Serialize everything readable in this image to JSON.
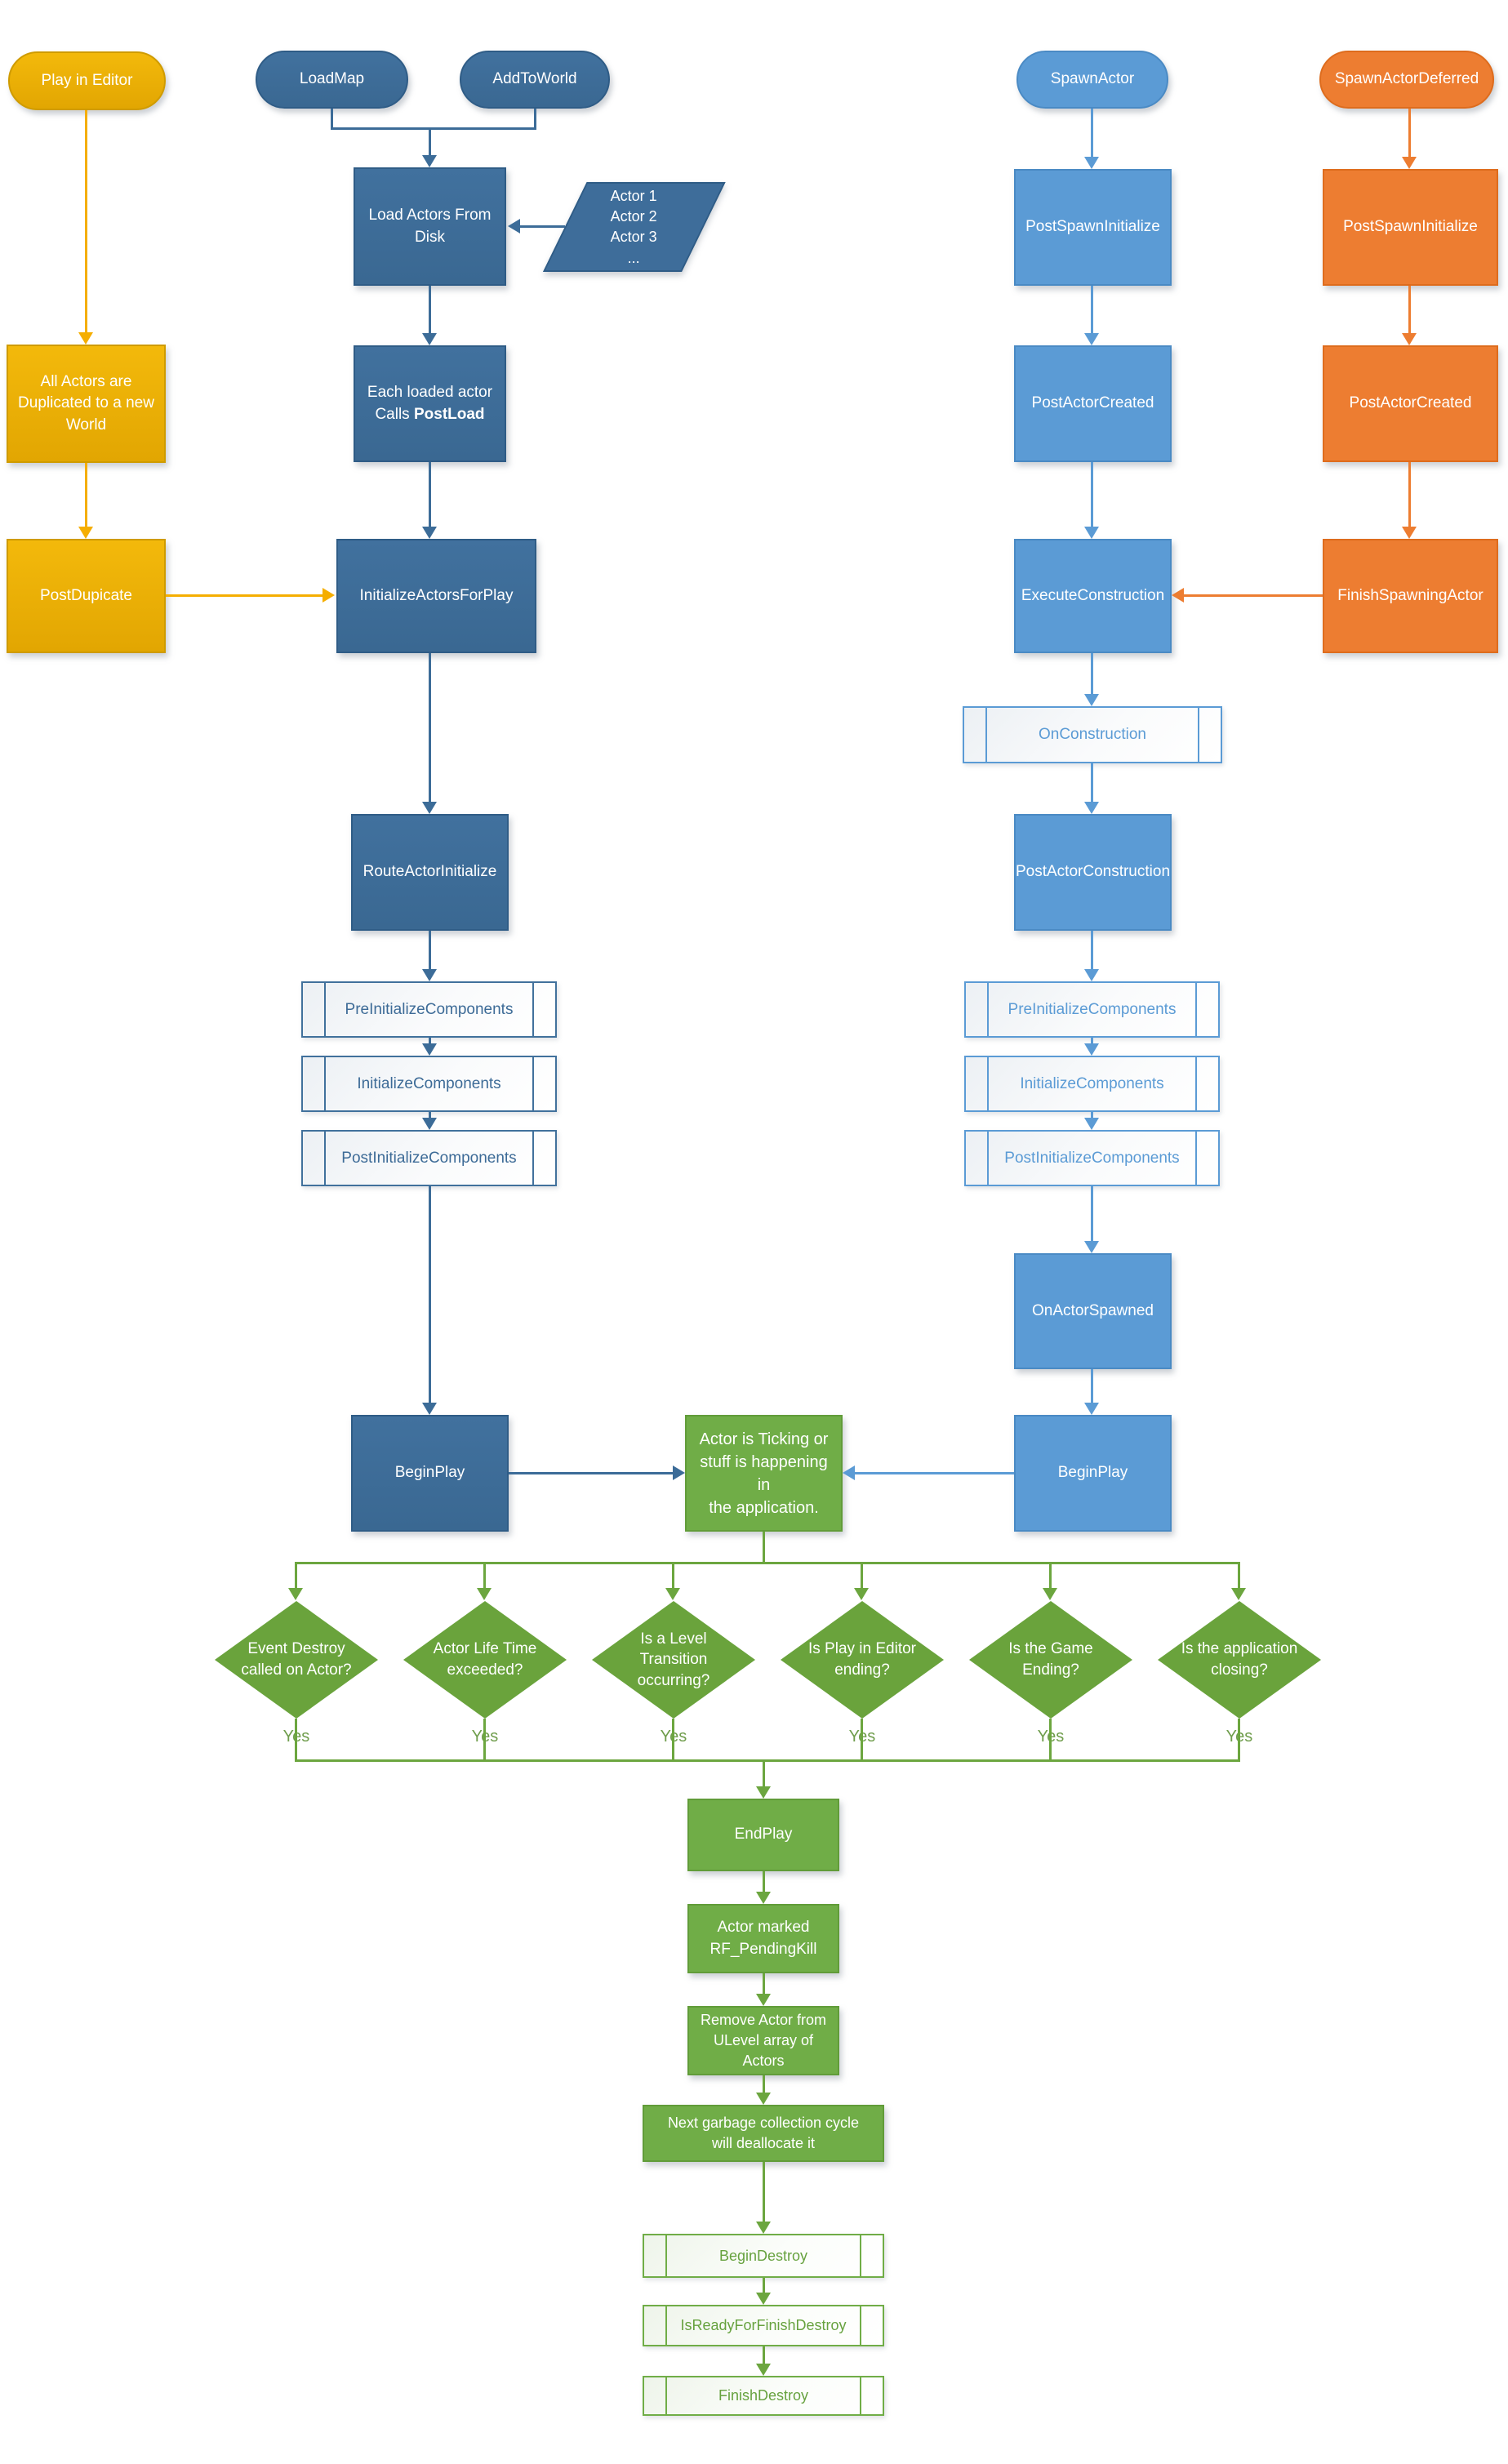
{
  "title": "Unreal Engine Actor Lifecycle Flowchart",
  "colors": {
    "dark_blue": "#3e6d9a",
    "light_blue": "#5b9bd5",
    "orange": "#ed7d31",
    "gold": "#eab005",
    "green": "#70ad47",
    "diamond_green": "#6aa33c",
    "subroutine_text_dark": "#3d6b97",
    "subroutine_text_light": "#5b9bd5",
    "subroutine_text_green": "#67a23f"
  },
  "labels": {
    "yes": "Yes"
  },
  "nodes": {
    "play_in_editor": {
      "label": "Play in Editor"
    },
    "load_map": {
      "label": "LoadMap"
    },
    "add_to_world": {
      "label": "AddToWorld"
    },
    "spawn_actor": {
      "label": "SpawnActor"
    },
    "spawn_actor_deferred": {
      "label": "SpawnActorDeferred"
    },
    "load_actors": {
      "label": "Load Actors From\nDisk"
    },
    "actor_list": {
      "label": "Actor 1\nActor 2\nActor 3\n..."
    },
    "all_actors_duplicated": {
      "label": "All Actors are\nDuplicated to a new\nWorld"
    },
    "each_loaded_actor": {
      "label_line1": "Each loaded actor",
      "label_call_prefix": "Calls ",
      "label_bold": "PostLoad"
    },
    "post_dupicate": {
      "label": "PostDupicate"
    },
    "initialize_actors_for_play": {
      "label": "InitializeActorsForPlay"
    },
    "route_actor_initialize": {
      "label": "RouteActorInitialize"
    },
    "pre_initialize_components_left": {
      "label": "PreInitializeComponents"
    },
    "initialize_components_left": {
      "label": "InitializeComponents"
    },
    "post_initialize_components_left": {
      "label": "PostInitializeComponents"
    },
    "begin_play_left": {
      "label": "BeginPlay"
    },
    "post_spawn_initialize_blue": {
      "label": "PostSpawnInitialize"
    },
    "post_actor_created_blue": {
      "label": "PostActorCreated"
    },
    "execute_construction": {
      "label": "ExecuteConstruction"
    },
    "on_construction": {
      "label": "OnConstruction"
    },
    "post_actor_construction": {
      "label": "PostActorConstruction"
    },
    "pre_initialize_components_right": {
      "label": "PreInitializeComponents"
    },
    "initialize_components_right": {
      "label": "InitializeComponents"
    },
    "post_initialize_components_right": {
      "label": "PostInitializeComponents"
    },
    "on_actor_spawned": {
      "label": "OnActorSpawned"
    },
    "begin_play_right": {
      "label": "BeginPlay"
    },
    "post_spawn_initialize_orange": {
      "label": "PostSpawnInitialize"
    },
    "post_actor_created_orange": {
      "label": "PostActorCreated"
    },
    "finish_spawning_actor": {
      "label": "FinishSpawningActor"
    },
    "actor_ticking": {
      "label": "Actor is Ticking or\nstuff is happening in\nthe application."
    },
    "diamond_event_destroy": {
      "label": "Event Destroy\ncalled on Actor?"
    },
    "diamond_life_time": {
      "label": "Actor Life Time\nexceeded?"
    },
    "diamond_level_transition": {
      "label": "Is a Level\nTransition\noccurring?"
    },
    "diamond_pie_ending": {
      "label": "Is Play in Editor\nending?"
    },
    "diamond_game_ending": {
      "label": "Is the Game\nEnding?"
    },
    "diamond_app_closing": {
      "label": "Is the application\nclosing?"
    },
    "end_play": {
      "label": "EndPlay"
    },
    "actor_marked": {
      "label": "Actor marked\nRF_PendingKill"
    },
    "remove_actor": {
      "label": "Remove Actor from\nULevel array of\nActors"
    },
    "next_garbage": {
      "label": "Next garbage collection cycle\nwill deallocate it"
    },
    "begin_destroy": {
      "label": "BeginDestroy"
    },
    "is_ready_for_finish_destroy": {
      "label": "IsReadyForFinishDestroy"
    },
    "finish_destroy": {
      "label": "FinishDestroy"
    }
  }
}
